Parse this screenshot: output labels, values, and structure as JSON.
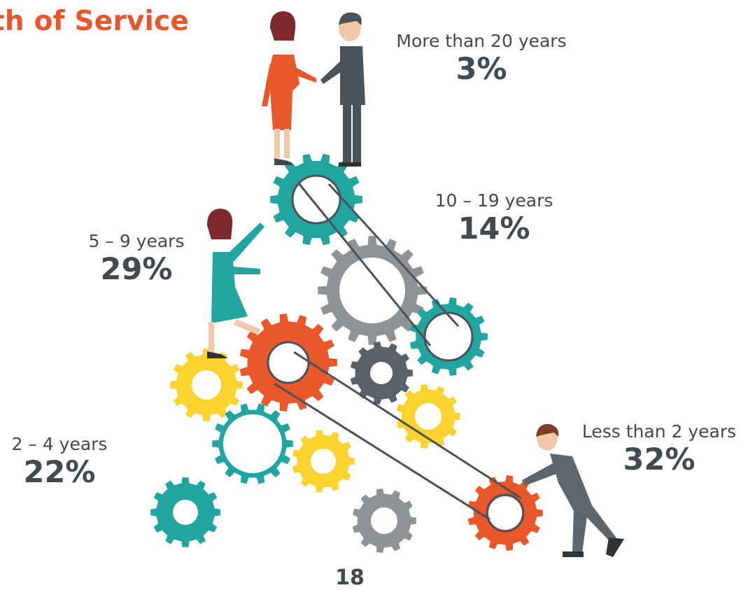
{
  "title": "th of Service",
  "colors": {
    "title": "#E8562A",
    "text": "#414A51",
    "teal": "#20A5A1",
    "grey": "#8F9397",
    "orange": "#E9572A",
    "yellow": "#FCD22F",
    "dark_grey": "#5A6168",
    "belt": "#4A5359"
  },
  "segments": [
    {
      "label": "More than 20 years",
      "percent": "3%"
    },
    {
      "label": "10 – 19 years",
      "percent": "14%"
    },
    {
      "label": "5 – 9 years",
      "percent": "29%"
    },
    {
      "label": "2 – 4 years",
      "percent": "22%"
    },
    {
      "label": "Less than 2 years",
      "percent": "32%"
    }
  ],
  "page_number": "18"
}
